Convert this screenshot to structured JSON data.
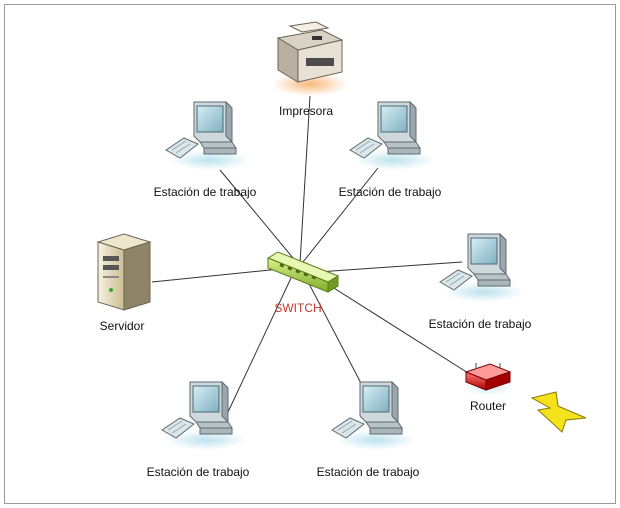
{
  "nodes": {
    "printer": {
      "label": "Impresora"
    },
    "workstation_top_left": {
      "label": "Estación de trabajo"
    },
    "workstation_top_right": {
      "label": "Estación de trabajo"
    },
    "server": {
      "label": "Servidor"
    },
    "switch": {
      "label": "SWITCH"
    },
    "workstation_right": {
      "label": "Estación de trabajo"
    },
    "router": {
      "label": "Router"
    },
    "workstation_bottom_left": {
      "label": "Estación de trabajo"
    },
    "workstation_bottom_mid": {
      "label": "Estación de trabajo"
    }
  },
  "colors": {
    "link_line": "#333333",
    "switch_label": "#c0392b",
    "switch_body": "#a6d04a",
    "router_body": "#d91e1e",
    "monitor_screen": "#9ec5d0",
    "lightning": "#f4e21c"
  }
}
